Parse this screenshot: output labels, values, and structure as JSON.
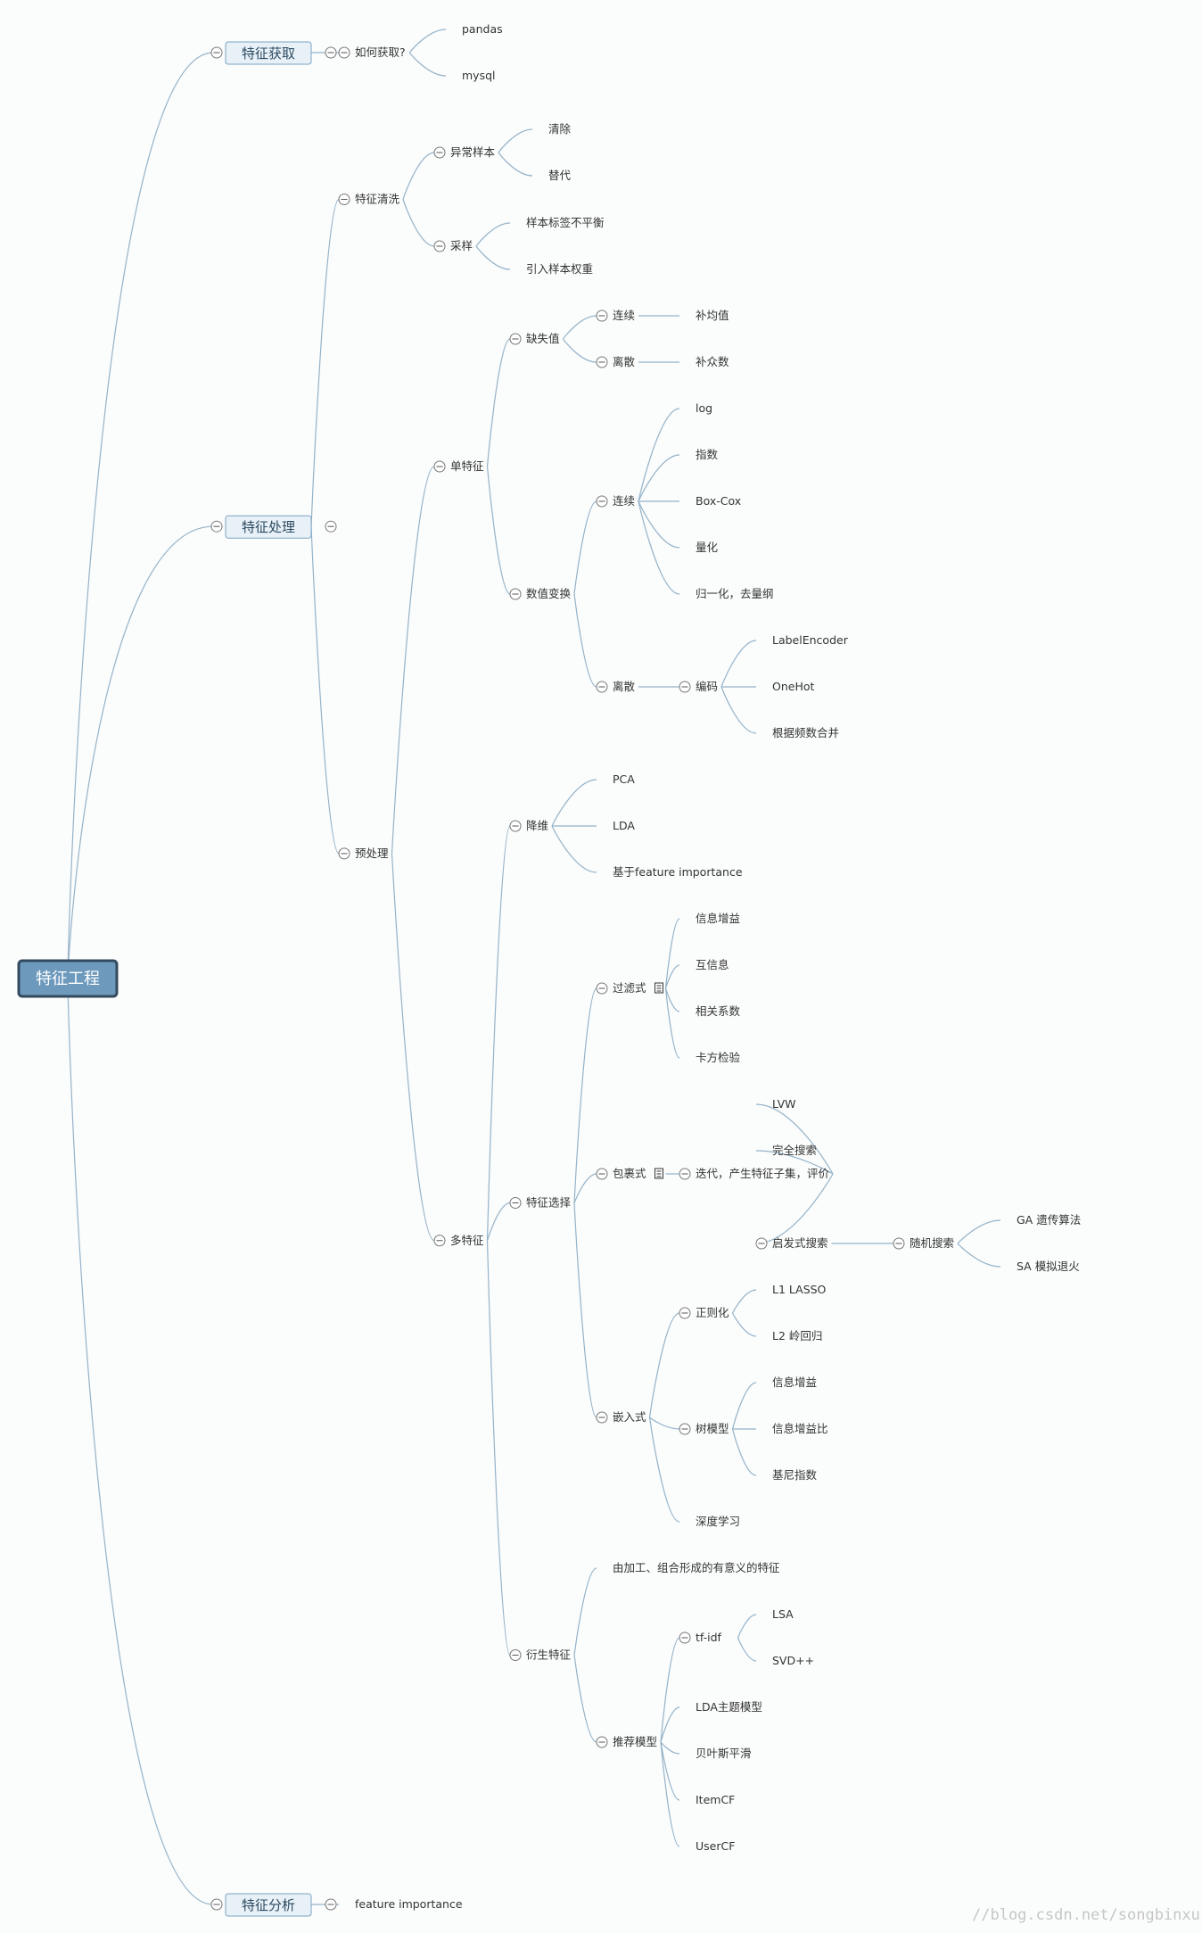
{
  "watermark": "//blog.csdn.net/songbinxu",
  "root": "特征工程",
  "tree": [
    {
      "id": "b-acquire",
      "text": "特征获取",
      "children": [
        {
          "text": "如何获取?",
          "children": [
            {
              "text": "pandas"
            },
            {
              "text": "mysql"
            }
          ]
        }
      ]
    },
    {
      "id": "b-process",
      "text": "特征处理",
      "children": [
        {
          "text": "特征清洗",
          "children": [
            {
              "text": "异常样本",
              "children": [
                {
                  "text": "清除"
                },
                {
                  "text": "替代"
                }
              ]
            },
            {
              "text": "采样",
              "children": [
                {
                  "text": "样本标签不平衡"
                },
                {
                  "text": "引入样本权重"
                }
              ]
            }
          ]
        },
        {
          "text": "预处理",
          "children": [
            {
              "text": "单特征",
              "children": [
                {
                  "text": "缺失值",
                  "children": [
                    {
                      "text": "连续",
                      "children": [
                        {
                          "text": "补均值"
                        }
                      ]
                    },
                    {
                      "text": "离散",
                      "children": [
                        {
                          "text": "补众数"
                        }
                      ]
                    }
                  ]
                },
                {
                  "text": "数值变换",
                  "children": [
                    {
                      "text": "连续",
                      "children": [
                        {
                          "text": "log"
                        },
                        {
                          "text": "指数"
                        },
                        {
                          "text": "Box-Cox"
                        },
                        {
                          "text": "量化"
                        },
                        {
                          "text": "归一化，去量纲"
                        }
                      ]
                    },
                    {
                      "text": "离散",
                      "children": [
                        {
                          "text": "编码",
                          "children": [
                            {
                              "text": "LabelEncoder"
                            },
                            {
                              "text": "OneHot"
                            },
                            {
                              "text": "根据频数合并"
                            }
                          ]
                        }
                      ]
                    }
                  ]
                }
              ]
            },
            {
              "text": "多特征",
              "children": [
                {
                  "text": "降维",
                  "children": [
                    {
                      "text": "PCA"
                    },
                    {
                      "text": "LDA"
                    },
                    {
                      "text": "基于feature importance"
                    }
                  ]
                },
                {
                  "text": "特征选择",
                  "children": [
                    {
                      "text": "过滤式",
                      "note": true,
                      "children": [
                        {
                          "text": "信息增益"
                        },
                        {
                          "text": "互信息"
                        },
                        {
                          "text": "相关系数"
                        },
                        {
                          "text": "卡方检验"
                        }
                      ]
                    },
                    {
                      "text": "包裹式",
                      "note": true,
                      "children": [
                        {
                          "text": "迭代，产生特征子集，评价",
                          "children": [
                            {
                              "text": "LVW"
                            },
                            {
                              "text": "完全搜索"
                            },
                            {
                              "text": "启发式搜索",
                              "children": [
                                {
                                  "text": "随机搜索",
                                  "children": [
                                    {
                                      "text": "GA 遗传算法"
                                    },
                                    {
                                      "text": "SA 模拟退火"
                                    }
                                  ]
                                }
                              ]
                            }
                          ]
                        }
                      ]
                    },
                    {
                      "text": "嵌入式",
                      "children": [
                        {
                          "text": "正则化",
                          "children": [
                            {
                              "text": "L1 LASSO"
                            },
                            {
                              "text": "L2 岭回归"
                            }
                          ]
                        },
                        {
                          "text": "树模型",
                          "children": [
                            {
                              "text": "信息增益"
                            },
                            {
                              "text": "信息增益比"
                            },
                            {
                              "text": "基尼指数"
                            }
                          ]
                        },
                        {
                          "text": "深度学习"
                        }
                      ]
                    }
                  ]
                },
                {
                  "text": "衍生特征",
                  "children": [
                    {
                      "text": "由加工、组合形成的有意义的特征"
                    },
                    {
                      "text": "推荐模型",
                      "children": [
                        {
                          "text": "tf-idf",
                          "children": [
                            {
                              "text": "LSA"
                            },
                            {
                              "text": "SVD++"
                            }
                          ]
                        },
                        {
                          "text": "LDA主题模型"
                        },
                        {
                          "text": "贝叶斯平滑"
                        },
                        {
                          "text": "ItemCF"
                        },
                        {
                          "text": "UserCF"
                        }
                      ]
                    }
                  ]
                }
              ]
            }
          ]
        }
      ]
    },
    {
      "id": "b-analysis",
      "text": "特征分析",
      "children": [
        {
          "text": "feature importance"
        }
      ]
    }
  ],
  "colors": {
    "line": "#94b3c9",
    "branch_fill": "#e8f1f8",
    "branch_border": "#7aa3c2",
    "root_fill": "#6c99bc",
    "root_border": "#344a5e",
    "text": "#333333"
  }
}
